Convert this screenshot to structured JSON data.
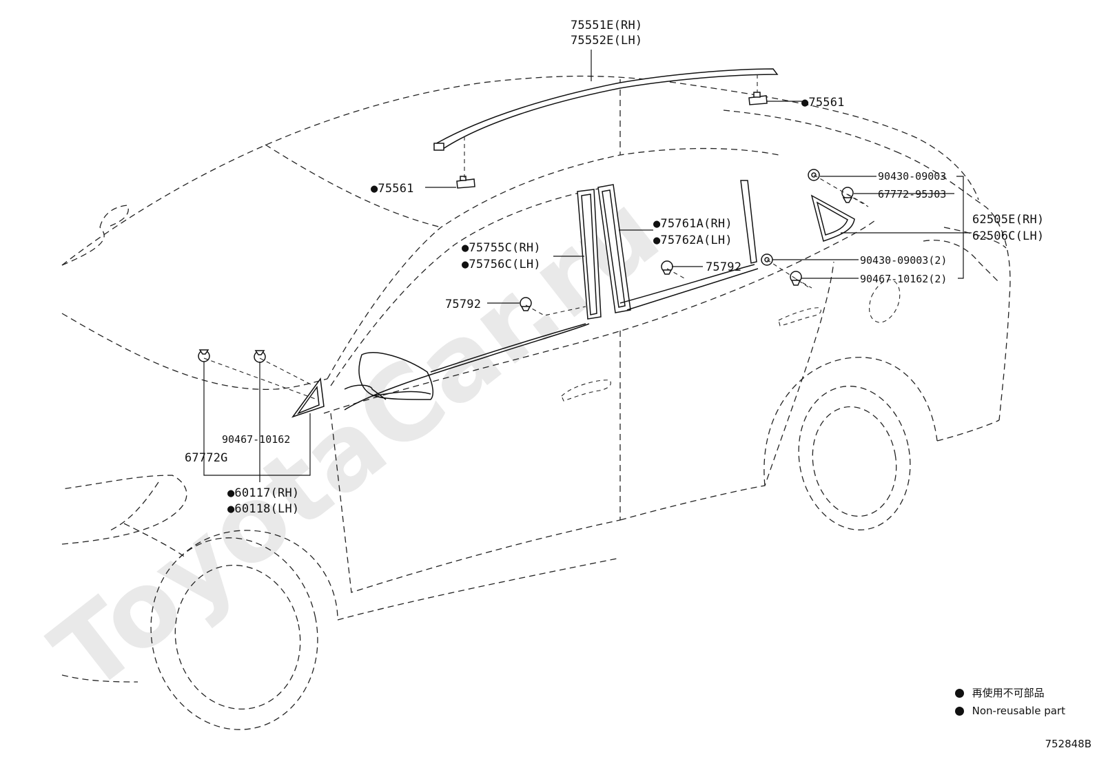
{
  "watermark": "ToyotaCar.ru",
  "labels": {
    "rail_rh": "75551E(RH)",
    "rail_lh": "75552E(LH)",
    "clip_rear": "●75561",
    "clip_front": "●75561",
    "grommet_1": "90430-09003",
    "clip_2": "67772-95J03",
    "glass_rh": "62505E(RH)",
    "glass_lh": "62506C(LH)",
    "garnish_rh": "●75761A(RH)",
    "garnish_lh": "●75762A(LH)",
    "moulding_rh": "●75755C(RH)",
    "moulding_lh": "●75756C(LH)",
    "clip_75792_right": "75792",
    "clip_75792_left": "75792",
    "grommet_2": "90430-09003(2)",
    "clip_3": "90467-10162(2)",
    "clip_front_bolt": "90467-10162",
    "clip_67772g": "67772G",
    "cover_rh": "●60117(RH)",
    "cover_lh": "●60118(LH)"
  },
  "legend": {
    "jp": "再使用不可部品",
    "en": "Non-reusable part"
  },
  "figure_code": "752848B"
}
